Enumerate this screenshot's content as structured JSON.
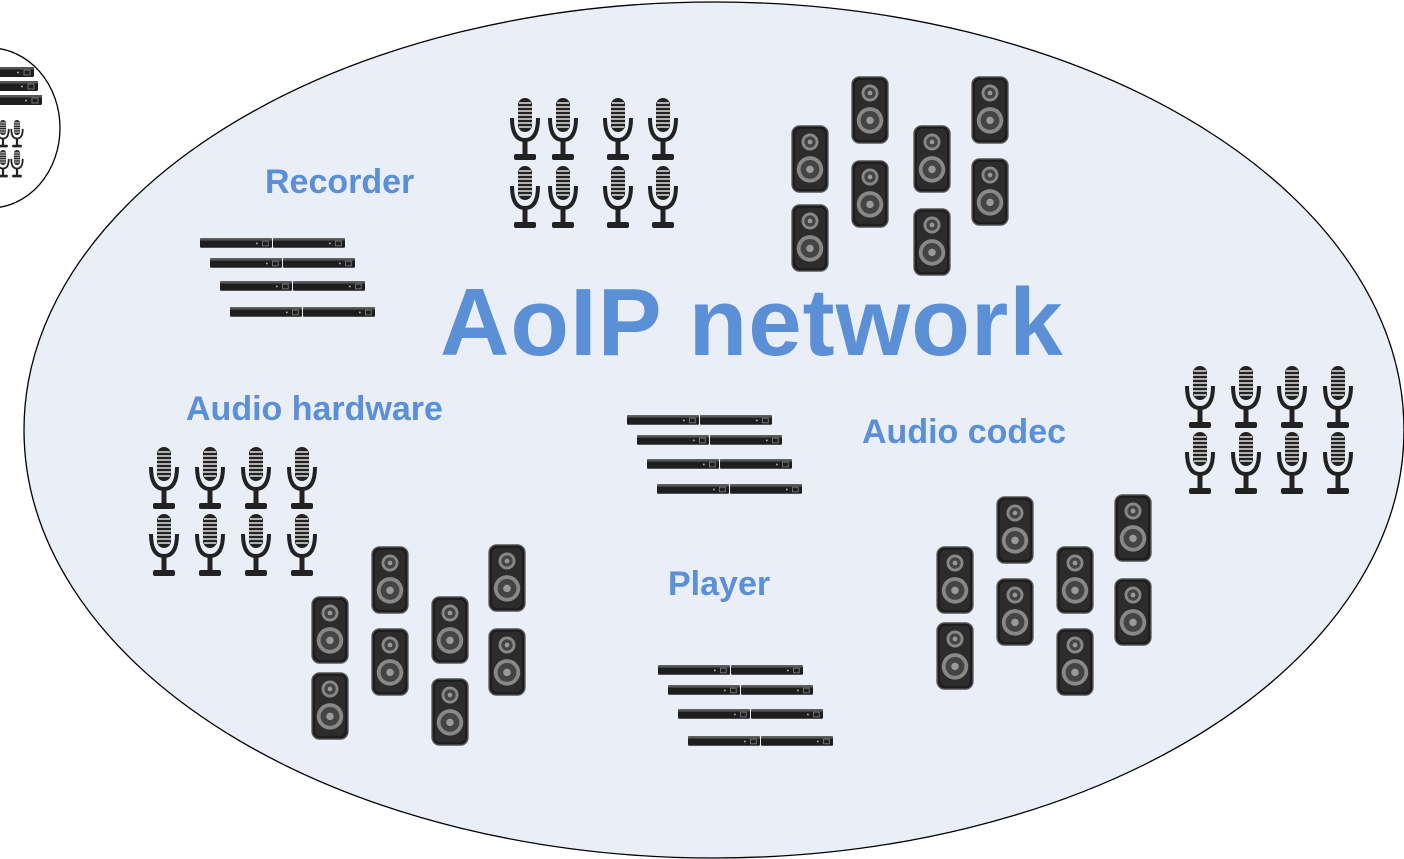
{
  "diagram": {
    "title": "AoIP network",
    "labels": {
      "recorder": "Recorder",
      "audio_hardware": "Audio hardware",
      "audio_codec": "Audio codec",
      "player": "Player"
    },
    "colors": {
      "network_fill": "#e9eef7",
      "outline": "#000000",
      "label_text": "#5b8fd6",
      "device_body": "#2a2a2a",
      "speaker_cone": "#7a7a7a"
    },
    "icons": [
      "microphone-icon",
      "speaker-icon",
      "rack-device-icon"
    ]
  }
}
